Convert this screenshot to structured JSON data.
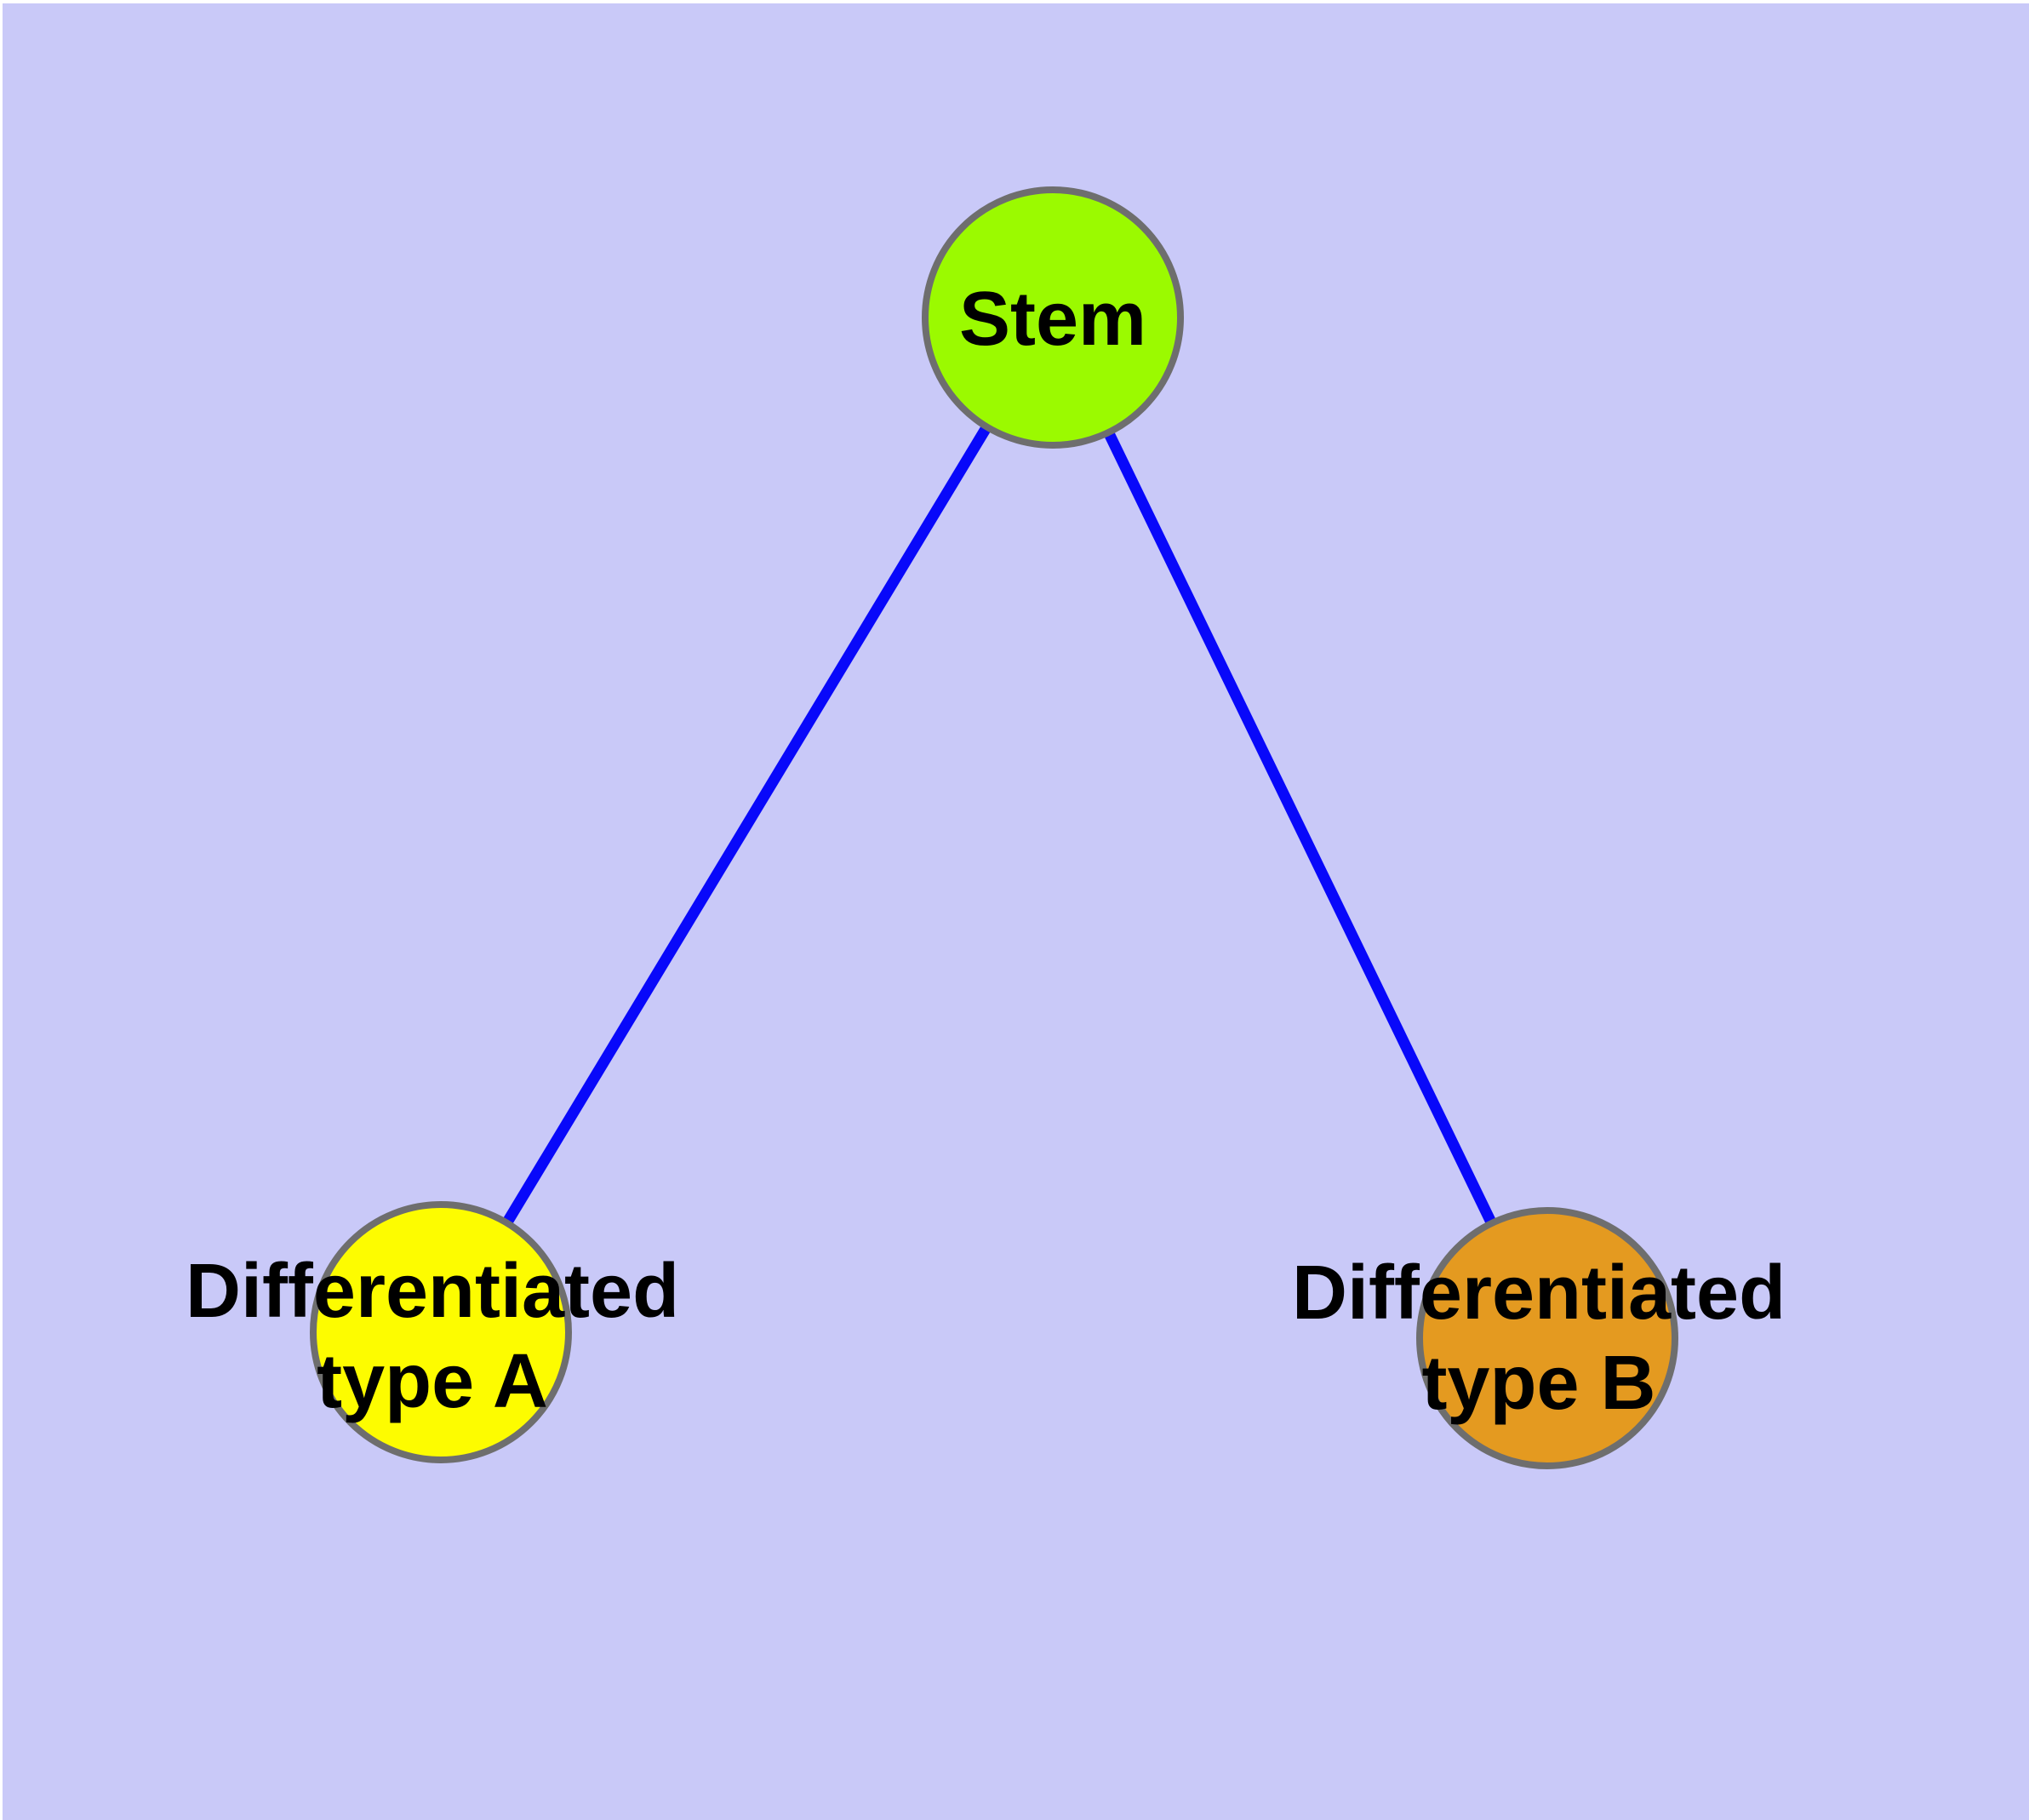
{
  "figure": {
    "type": "node-link-diagram",
    "background_color": "#c9c9f8",
    "frame_color": "#ffffff",
    "edge_color": "#0808fa",
    "node_border_color": "#6e6e6e",
    "label_color": "#000000"
  },
  "nodes": [
    {
      "id": "stem",
      "label_line1": "Stem",
      "label_line2": "",
      "fill": "#9bfa00"
    },
    {
      "id": "differentiated-type-a",
      "label_line1": "Differentiated",
      "label_line2": "type A",
      "fill": "#fdfc00"
    },
    {
      "id": "differentiated-type-b",
      "label_line1": "Differentiated",
      "label_line2": "type B",
      "fill": "#e49a20"
    }
  ],
  "edges": [
    {
      "from": "Stem",
      "to": "Differentiated type A"
    },
    {
      "from": "Stem",
      "to": "Differentiated type B"
    }
  ]
}
